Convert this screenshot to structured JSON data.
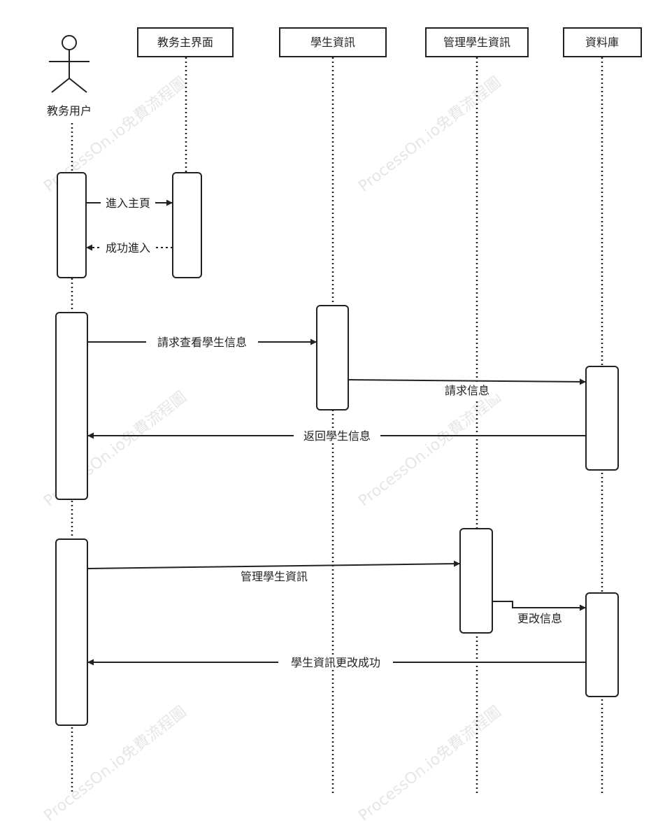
{
  "actor": {
    "label": "教务用户"
  },
  "participants": [
    {
      "label": "教务主界面"
    },
    {
      "label": "學生資訊"
    },
    {
      "label": "管理學生資訊"
    },
    {
      "label": "資料庫"
    }
  ],
  "messages": [
    {
      "label": "進入主頁"
    },
    {
      "label": "成功進入"
    },
    {
      "label": "請求查看學生信息"
    },
    {
      "label": "請求信息"
    },
    {
      "label": "返回學生信息"
    },
    {
      "label": "管理學生資訊"
    },
    {
      "label": "更改信息"
    },
    {
      "label": "學生資訊更改成功"
    }
  ],
  "watermark": {
    "text": "ProcessOn.io免費流程圖"
  },
  "colors": {
    "line": "#222222",
    "background": "#ffffff",
    "watermark": "#e6e6e6"
  }
}
